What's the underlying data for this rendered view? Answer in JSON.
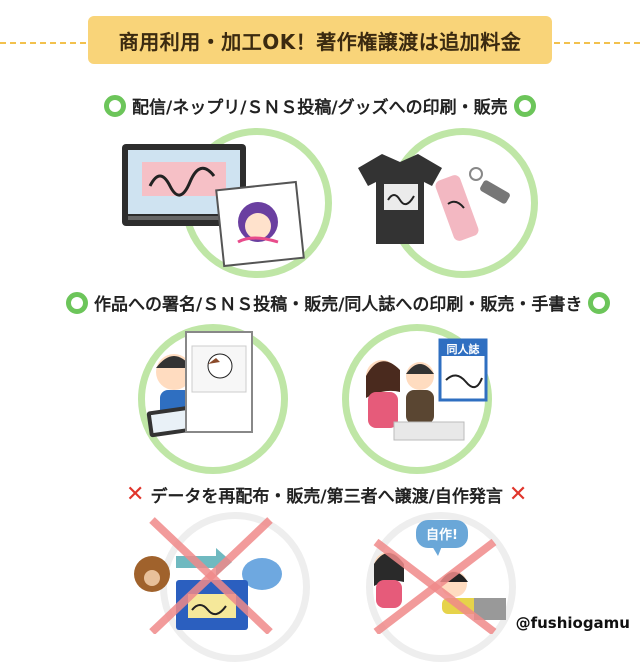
{
  "banner": {
    "title": "商用利用・加工OK！著作権譲渡は追加料金"
  },
  "sections": [
    {
      "heading": "配信/ネップリ/ＳＮＳ投稿/グッズへの印刷・販売",
      "mark": "ok-ring"
    },
    {
      "heading": "作品への署名/ＳＮＳ投稿・販売/同人誌への印刷・販売・手書き",
      "mark": "ok-ring"
    },
    {
      "heading": "データを再配布・販売/第三者へ譲渡/自作発言",
      "mark": "ng-cross"
    }
  ],
  "illustrations": {
    "doujinshi_label": "同人誌",
    "speech_bubble": "自作!",
    "cross_glyph": "✕"
  },
  "colors": {
    "banner_bg": "#f9d479",
    "ok_green": "#6cc55a",
    "ring_green": "#bfe6a6",
    "ng_red": "#e0352b",
    "dash": "#f2c14e"
  },
  "watermark": "@fushiogamu"
}
